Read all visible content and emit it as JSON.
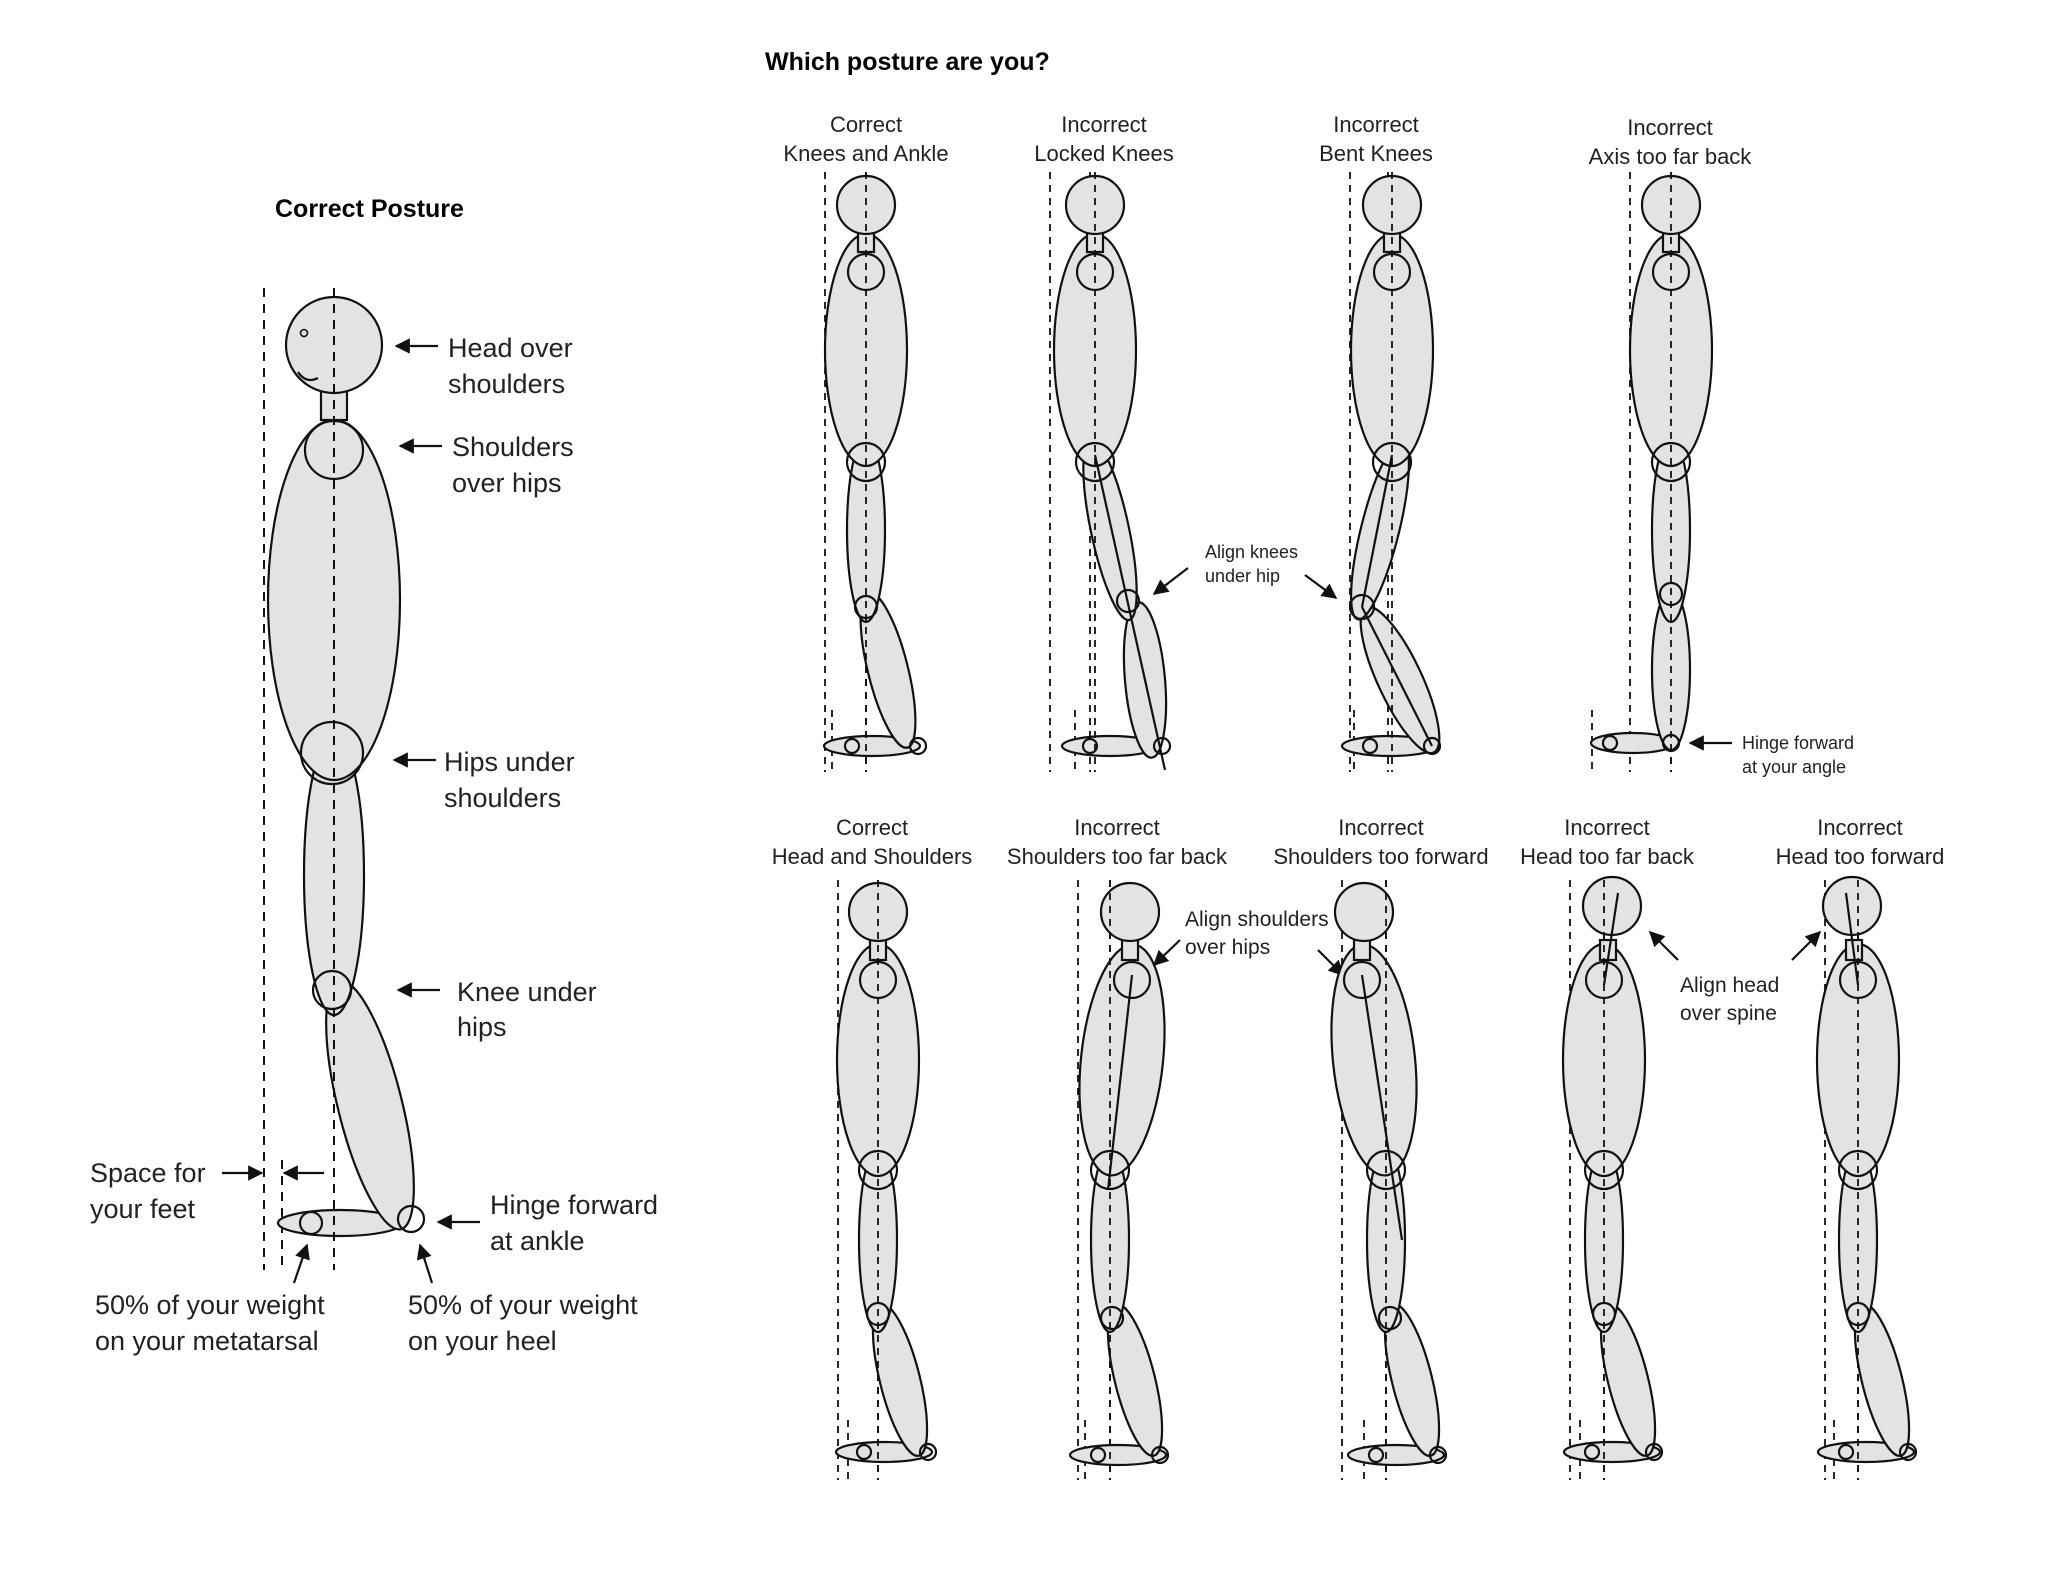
{
  "main": {
    "title": "Correct Posture",
    "labels": {
      "head": [
        "Head over",
        "shoulders"
      ],
      "shoulders": [
        "Shoulders",
        "over hips"
      ],
      "hips": [
        "Hips under",
        "shoulders"
      ],
      "knee": [
        "Knee under",
        "hips"
      ],
      "space": [
        "Space for",
        "your feet"
      ],
      "hinge": [
        "Hinge forward",
        "at ankle"
      ],
      "metatarsal": [
        "50% of your weight",
        "on your metatarsal"
      ],
      "heel": [
        "50% of your weight",
        "on your heel"
      ]
    }
  },
  "quiz": {
    "title": "Which posture are you?",
    "row1": [
      {
        "status": "Correct",
        "name": "Knees and Ankle"
      },
      {
        "status": "Incorrect",
        "name": "Locked Knees"
      },
      {
        "status": "Incorrect",
        "name": "Bent Knees"
      },
      {
        "status": "Incorrect",
        "name": "Axis too far back"
      }
    ],
    "row2": [
      {
        "status": "Correct",
        "name": "Head and Shoulders"
      },
      {
        "status": "Incorrect",
        "name": "Shoulders too far back"
      },
      {
        "status": "Incorrect",
        "name": "Shoulders too forward"
      },
      {
        "status": "Incorrect",
        "name": "Head too far back"
      },
      {
        "status": "Incorrect",
        "name": "Head too forward"
      }
    ],
    "notes": {
      "align_knees": [
        "Align knees",
        "under hip"
      ],
      "hinge_angle": [
        "Hinge forward",
        "at your angle"
      ],
      "align_shoulders": [
        "Align shoulders",
        "over hips"
      ],
      "align_head": [
        "Align head",
        "over spine"
      ]
    }
  }
}
